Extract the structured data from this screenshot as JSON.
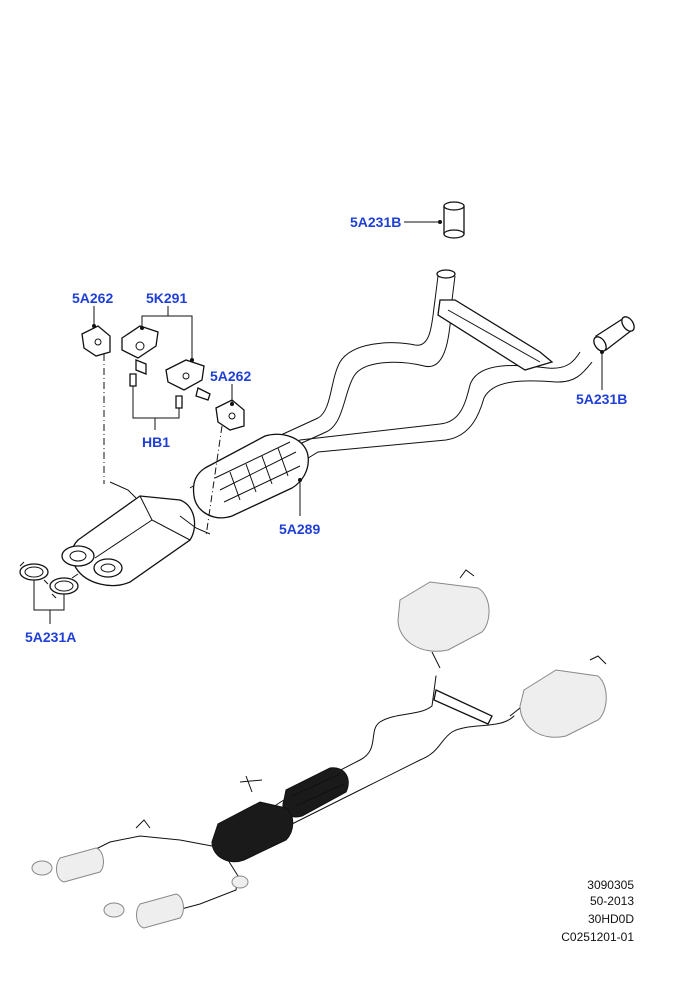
{
  "callouts": {
    "tailpipe_top": "5A231B",
    "tailpipe_right": "5A231B",
    "hanger_left": "5A262",
    "bracket": "5K291",
    "hanger_right": "5A262",
    "bolts": "HB1",
    "pipe": "5A289",
    "clamps": "5A231A"
  },
  "reference": {
    "line1": "3090305",
    "line2": "50-2013",
    "line3": "30HD0D",
    "line4": "C0251201-01"
  },
  "colors": {
    "callout": "#1f3fd6",
    "line": "#111111",
    "highlight": "#111111",
    "ghost": "#e8e8e8"
  }
}
